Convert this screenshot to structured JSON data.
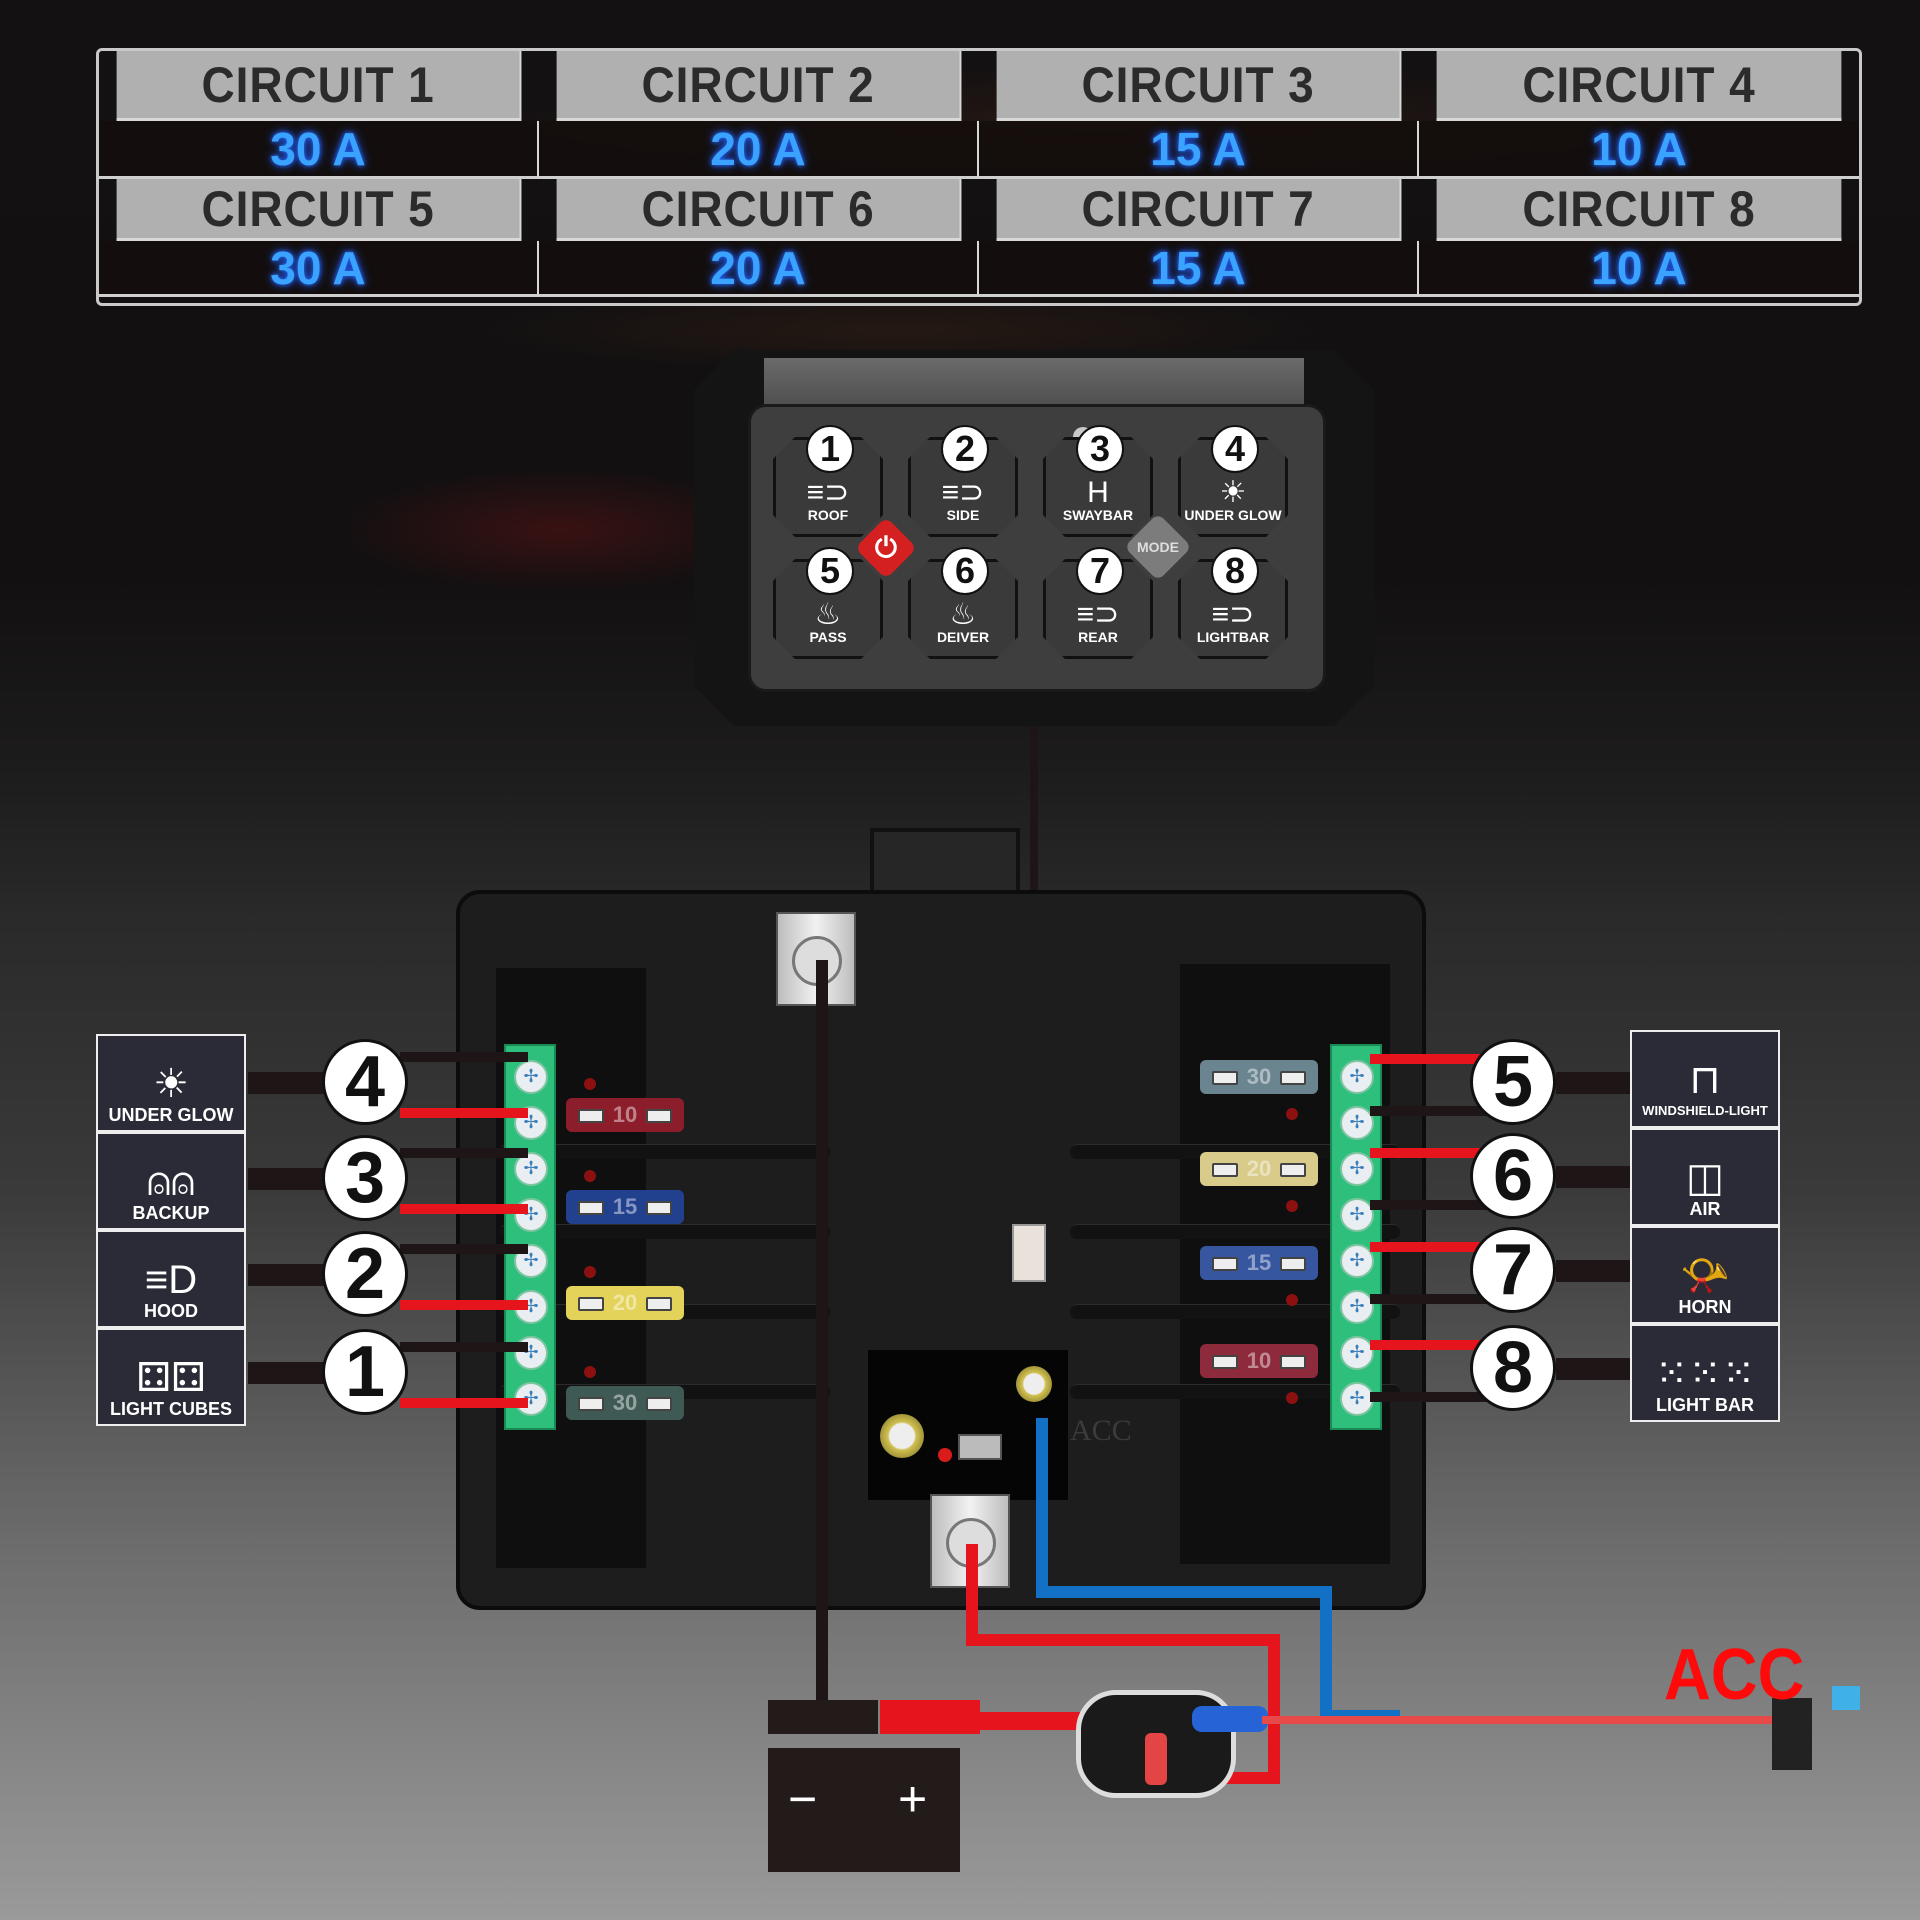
{
  "amp_table": {
    "rows": [
      {
        "headers": [
          "CIRCUIT 1",
          "CIRCUIT 2",
          "CIRCUIT 3",
          "CIRCUIT 4"
        ],
        "values": [
          "30 A",
          "20 A",
          "15 A",
          "10 A"
        ]
      },
      {
        "headers": [
          "CIRCUIT 5",
          "CIRCUIT 6",
          "CIRCUIT 7",
          "CIRCUIT 8"
        ],
        "values": [
          "30 A",
          "20 A",
          "15 A",
          "10 A"
        ]
      }
    ]
  },
  "switch_panel": {
    "keys": [
      {
        "number": "1",
        "label": "ROOF",
        "icon": "light-beam-icon"
      },
      {
        "number": "2",
        "label": "SIDE",
        "icon": "light-beam-icon"
      },
      {
        "number": "3",
        "label": "SWAYBAR",
        "icon": "swaybar-icon"
      },
      {
        "number": "4",
        "label": "UNDER GLOW",
        "icon": "underglow-icon"
      },
      {
        "number": "5",
        "label": "PASS",
        "icon": "heated-seat-icon"
      },
      {
        "number": "6",
        "label": "DEIVER",
        "icon": "heated-seat-icon"
      },
      {
        "number": "7",
        "label": "REAR",
        "icon": "light-beam-icon"
      },
      {
        "number": "8",
        "label": "LIGHTBAR",
        "icon": "light-beam-icon"
      }
    ],
    "power_icon": "⏻",
    "mode_label": "MODE"
  },
  "relay_box": {
    "acc_label": "ACC",
    "left_fuses": [
      "10",
      "15",
      "20",
      "30"
    ],
    "right_fuses": [
      "30",
      "20",
      "15",
      "10"
    ],
    "fuse_colors": {
      "10": "#8c1d2a",
      "15": "#21418f",
      "20": "#e4d35a",
      "30": "#3f5a55"
    },
    "right_fuse_colors": {
      "30": "#6b8590",
      "20": "#d9cc8a",
      "15": "#3656a0",
      "10": "#8d2a3c"
    }
  },
  "outputs": {
    "left": [
      {
        "number": "4",
        "label": "UNDER GLOW",
        "icon": "underglow-icon",
        "glyph": "☀"
      },
      {
        "number": "3",
        "label": "BACKUP",
        "icon": "backup-light-icon",
        "glyph": "⍝⍝"
      },
      {
        "number": "2",
        "label": "HOOD",
        "icon": "hood-light-icon",
        "glyph": "≡D"
      },
      {
        "number": "1",
        "label": "LIGHT CUBES",
        "icon": "light-cubes-icon",
        "glyph": "⚃⚃"
      }
    ],
    "right": [
      {
        "number": "5",
        "label": "WINDSHIELD-LIGHT",
        "icon": "windshield-light-icon",
        "glyph": "⊓"
      },
      {
        "number": "6",
        "label": "AIR",
        "icon": "air-compressor-icon",
        "glyph": "◫"
      },
      {
        "number": "7",
        "label": "HORN",
        "icon": "horn-icon",
        "glyph": "📯"
      },
      {
        "number": "8",
        "label": "LIGHT BAR",
        "icon": "light-bar-icon",
        "glyph": "⁙⁙⁙"
      }
    ]
  },
  "power": {
    "battery_negative": "−",
    "battery_positive": "+",
    "acc_label": "ACC"
  },
  "colors": {
    "positive_wire": "#e5141d",
    "ground_wire": "#1e1616",
    "acc_wire": "#1271c5",
    "amp_value": "#3aa2ff",
    "acc_text": "#ff0a0a"
  }
}
